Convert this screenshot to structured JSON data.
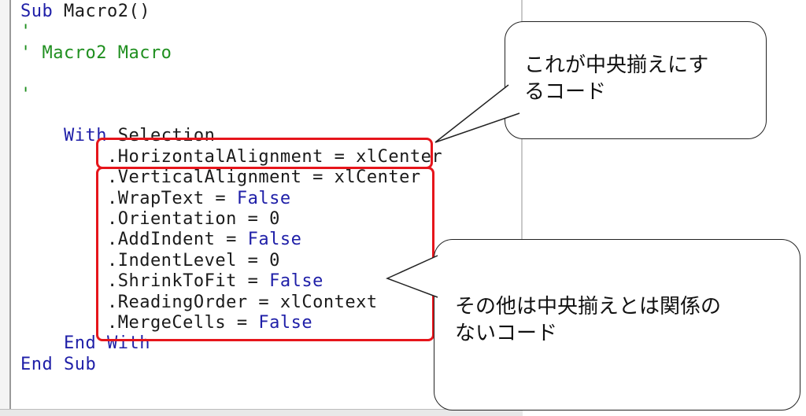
{
  "code": {
    "lines": [
      {
        "parts": [
          {
            "t": "Sub ",
            "c": "kw"
          },
          {
            "t": "Macro2()",
            "c": ""
          }
        ]
      },
      {
        "parts": [
          {
            "t": "'",
            "c": "cm"
          }
        ]
      },
      {
        "parts": [
          {
            "t": "' Macro2 Macro",
            "c": "cm"
          }
        ]
      },
      {
        "parts": [
          {
            "t": "",
            "c": ""
          }
        ]
      },
      {
        "parts": [
          {
            "t": "'",
            "c": "cm"
          }
        ]
      },
      {
        "parts": [
          {
            "t": "",
            "c": ""
          }
        ]
      },
      {
        "parts": [
          {
            "t": "    With ",
            "c": "kw"
          },
          {
            "t": "Selection",
            "c": ""
          }
        ]
      },
      {
        "parts": [
          {
            "t": "        .HorizontalAlignment = xlCenter",
            "c": ""
          }
        ]
      },
      {
        "parts": [
          {
            "t": "        .VerticalAlignment = xlCenter",
            "c": ""
          }
        ]
      },
      {
        "parts": [
          {
            "t": "        .WrapText = ",
            "c": ""
          },
          {
            "t": "False",
            "c": "kw"
          }
        ]
      },
      {
        "parts": [
          {
            "t": "        .Orientation = 0",
            "c": ""
          }
        ]
      },
      {
        "parts": [
          {
            "t": "        .AddIndent = ",
            "c": ""
          },
          {
            "t": "False",
            "c": "kw"
          }
        ]
      },
      {
        "parts": [
          {
            "t": "        .IndentLevel = 0",
            "c": ""
          }
        ]
      },
      {
        "parts": [
          {
            "t": "        .ShrinkToFit = ",
            "c": ""
          },
          {
            "t": "False",
            "c": "kw"
          }
        ]
      },
      {
        "parts": [
          {
            "t": "        .ReadingOrder = xlContext",
            "c": ""
          }
        ]
      },
      {
        "parts": [
          {
            "t": "        .MergeCells = ",
            "c": ""
          },
          {
            "t": "False",
            "c": "kw"
          }
        ]
      },
      {
        "parts": [
          {
            "t": "    End With",
            "c": "kw"
          }
        ]
      },
      {
        "parts": [
          {
            "t": "End Sub",
            "c": "kw"
          }
        ]
      }
    ]
  },
  "callouts": {
    "top": {
      "line1": "これが中央揃えにす",
      "line2": "るコード"
    },
    "bottom": {
      "line1": "その他は中央揃えとは関係の",
      "line2": "ないコード"
    }
  },
  "colors": {
    "highlight": "#e6151b",
    "keyword": "#1f1fa8",
    "comment": "#1f8f1f"
  }
}
